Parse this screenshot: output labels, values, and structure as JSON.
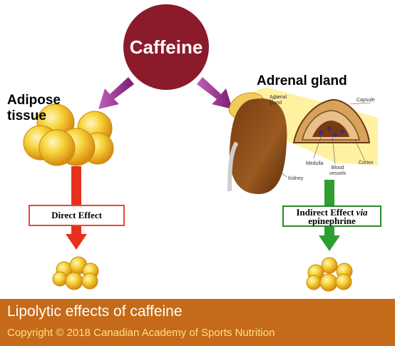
{
  "diagram": {
    "center": {
      "label": "Caffeine"
    },
    "left": {
      "title_line1": "Adipose",
      "title_line2": "tissue",
      "effect": "Direct Effect"
    },
    "right": {
      "title": "Adrenal gland",
      "effect_line1": "Indirect Effect",
      "effect_via": "via",
      "effect_line2": "epinephrine",
      "labels": {
        "adrenal_gland_1": "Adrenal",
        "adrenal_gland_2": "gland",
        "capsule": "Capsule",
        "cortex": "Cortex",
        "medulla": "Medulla",
        "blood_vessels_1": "Blood",
        "blood_vessels_2": "vessels",
        "kidney": "Kidney"
      }
    }
  },
  "footer": {
    "title": "Lipolytic effects of caffeine",
    "copyright": "Copyright © 2018 Canadian Academy of Sports Nutrition"
  },
  "colors": {
    "caffeine": "#8b1a2b",
    "arrow_purple": "#9b2c8f",
    "arrow_red": "#e8301e",
    "arrow_green": "#2e9e2e",
    "fat_cell": "#f3c21a",
    "footer_bg": "#c56a18",
    "footer_copyright": "#ffe27a"
  }
}
